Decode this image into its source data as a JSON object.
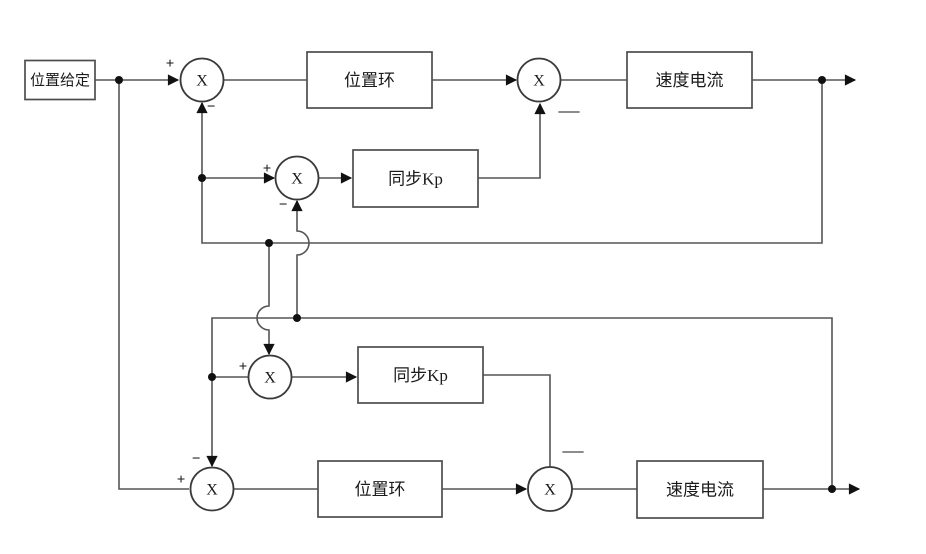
{
  "diagram": {
    "type": "control-block-diagram",
    "description": "Dual-axis synchronized position control loops with cross-coupled sync Kp compensation",
    "blocks": {
      "pos_ref": "位置给定",
      "pos_loop_top": "位置环",
      "sync_kp_top": "同步Kp",
      "speed_current_top": "速度电流",
      "sync_kp_bot": "同步Kp",
      "pos_loop_bot": "位置环",
      "speed_current_bot": "速度电流"
    },
    "sum_symbol": "X",
    "signs": {
      "plus": "+",
      "minus": "−",
      "dash": "—"
    },
    "edges": [
      {
        "from": "pos_ref",
        "to": "sum_err_top",
        "sign": "+",
        "arrow": true
      },
      {
        "from": "feedback_axis1",
        "to": "sum_err_top",
        "sign": "−",
        "arrow": true
      },
      {
        "from": "sum_err_top",
        "to": "pos_loop_top",
        "arrow": false
      },
      {
        "from": "pos_loop_top",
        "to": "sum_speed_top",
        "arrow": true
      },
      {
        "from": "sync_kp_top",
        "to": "sum_speed_top",
        "sign": "—",
        "arrow": true
      },
      {
        "from": "sum_speed_top",
        "to": "speed_current_top",
        "arrow": false
      },
      {
        "from": "speed_current_top",
        "to": "output_axis1",
        "arrow": true
      },
      {
        "from": "feedback_axis1",
        "to": "sum_sync_top",
        "sign": "+",
        "arrow": true
      },
      {
        "from": "feedback_axis2",
        "to": "sum_sync_top",
        "sign": "−",
        "arrow": true
      },
      {
        "from": "sum_sync_top",
        "to": "sync_kp_top",
        "arrow": true
      },
      {
        "from": "feedback_axis1",
        "to": "sum_sync_bot",
        "arrow": true
      },
      {
        "from": "feedback_axis2",
        "to": "sum_sync_bot",
        "sign": "+",
        "arrow": false
      },
      {
        "from": "sum_sync_bot",
        "to": "sync_kp_bot",
        "arrow": true
      },
      {
        "from": "sync_kp_bot",
        "to": "sum_speed_bot",
        "sign": "—",
        "arrow": false
      },
      {
        "from": "pos_ref",
        "to": "sum_err_bot",
        "sign": "+",
        "arrow": false
      },
      {
        "from": "feedback_axis2",
        "to": "sum_err_bot",
        "sign": "−",
        "arrow": true
      },
      {
        "from": "sum_err_bot",
        "to": "pos_loop_bot",
        "arrow": false
      },
      {
        "from": "pos_loop_bot",
        "to": "sum_speed_bot",
        "arrow": true
      },
      {
        "from": "sum_speed_bot",
        "to": "speed_current_bot",
        "arrow": false
      },
      {
        "from": "speed_current_bot",
        "to": "output_axis2",
        "arrow": true
      }
    ],
    "colors": {
      "wire": "#555555",
      "box_border": "#4d4d4d",
      "ink": "#1a1a1a",
      "background": "#ffffff"
    }
  }
}
